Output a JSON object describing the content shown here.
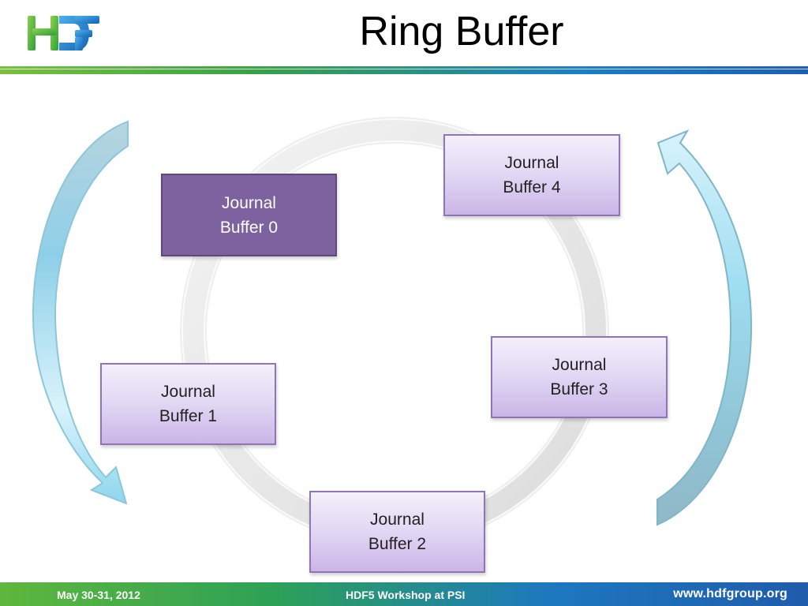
{
  "header": {
    "logo_text": "HDF",
    "title": "Ring Buffer"
  },
  "diagram": {
    "boxes": [
      {
        "line1": "Journal",
        "line2": "Buffer 0",
        "highlighted": true
      },
      {
        "line1": "Journal",
        "line2": "Buffer 1",
        "highlighted": false
      },
      {
        "line1": "Journal",
        "line2": "Buffer 2",
        "highlighted": false
      },
      {
        "line1": "Journal",
        "line2": "Buffer 3",
        "highlighted": false
      },
      {
        "line1": "Journal",
        "line2": "Buffer 4",
        "highlighted": false
      }
    ]
  },
  "footer": {
    "date": "May 30-31, 2012",
    "event": "HDF5 Workshop at PSI",
    "url": "www.hdfgroup.org"
  },
  "colors": {
    "highlight_box": "#7e62a0",
    "normal_box": "#e2d8f4",
    "ring": "#e6e6e6",
    "arrow": "#8ed6ee",
    "header_green": "#39a048",
    "header_blue": "#1d5fb3"
  }
}
